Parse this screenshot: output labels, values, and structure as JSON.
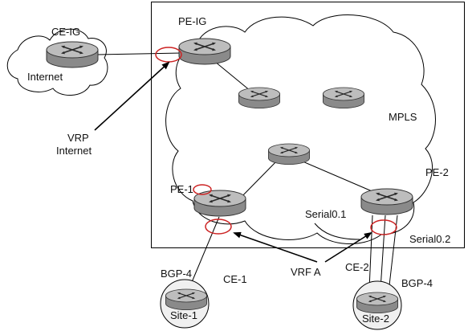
{
  "labels": {
    "ce_ig": "CE-IG",
    "internet_cloud": "Internet",
    "pe_ig": "PE-IG",
    "mpls": "MPLS",
    "vrp_line1": "VRP",
    "vrp_line2": "Internet",
    "pe1": "PE-1",
    "pe2": "PE-2",
    "serial01": "Serial0.1",
    "serial02": "Serial0.2",
    "bgp4_left": "BGP-4",
    "ce1": "CE-1",
    "vrf_a": "VRF A",
    "ce2": "CE-2",
    "bgp4_right": "BGP-4",
    "site1": "Site-1",
    "site2": "Site-2"
  },
  "colors": {
    "line": "#000000",
    "router_top": "#b9b9b9",
    "router_side": "#8a8a8a",
    "interface_highlight": "#cc2222",
    "site_circle": "#f0f0f0"
  },
  "icons": [
    "router-icon",
    "cloud-icon",
    "arrow-icon"
  ]
}
